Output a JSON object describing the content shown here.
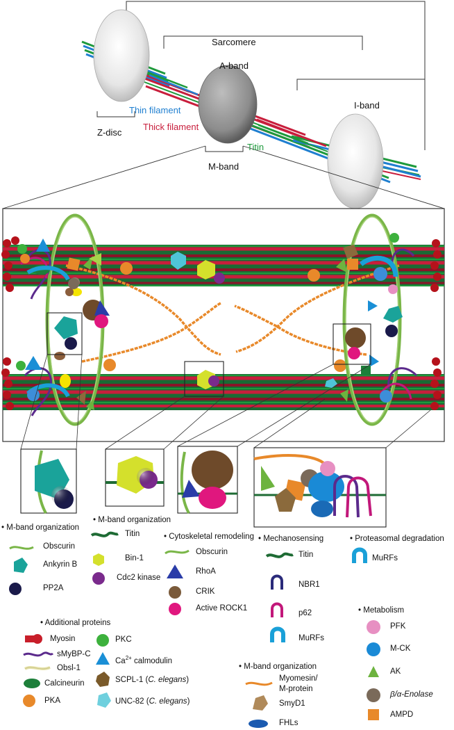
{
  "sarcomere": {
    "sarcomere": "Sarcomere",
    "a_band": "A-band",
    "i_band": "I-band",
    "z_disc": "Z-disc",
    "m_band": "M-band",
    "thin": "Thin filament",
    "thick": "Thick filament",
    "titin": "Titin"
  },
  "colors": {
    "thin": "#1f7fd0",
    "thick": "#c81e3c",
    "titin": "#1e9a3c",
    "obscurin": "#7ab648",
    "myomesin": "#e8892a"
  },
  "legend": {
    "g1": {
      "title": "M-band organization",
      "items": [
        "Obscurin",
        "Ankyrin B",
        "PP2A"
      ]
    },
    "g2": {
      "title": "M-band organization",
      "items": [
        "Titin",
        "Bin-1",
        "Cdc2 kinase"
      ]
    },
    "g3": {
      "title": "Cytoskeletal remodeling",
      "items": [
        "Obscurin",
        "RhoA",
        "CRIK",
        "Active ROCK1"
      ]
    },
    "g4": {
      "title": "Mechanosensing",
      "items": [
        "Titin",
        "NBR1",
        "p62",
        "MuRFs"
      ]
    },
    "g5": {
      "title": "Proteasomal degradation",
      "items": [
        "MuRFs"
      ]
    },
    "g6": {
      "title": "Additional proteins",
      "items": [
        "Myosin",
        "sMyBP-C",
        "Obsl-1",
        "Calcineurin",
        "PKA",
        "PKC",
        "calmodulin",
        "SCPL-1",
        "UNC-82"
      ]
    },
    "g6_ca": "Ca",
    "g6_ca_sup": "2+",
    "celegans": "C. elegans",
    "g7": {
      "title": "Metabolism",
      "items": [
        "PFK",
        "M-CK",
        "AK",
        "β/α-Enolase",
        "AMPD"
      ]
    },
    "g8": {
      "title": "M-band organization",
      "items": [
        "Myomesin/",
        "M-protein",
        "SmyD1",
        "FHLs"
      ]
    }
  }
}
